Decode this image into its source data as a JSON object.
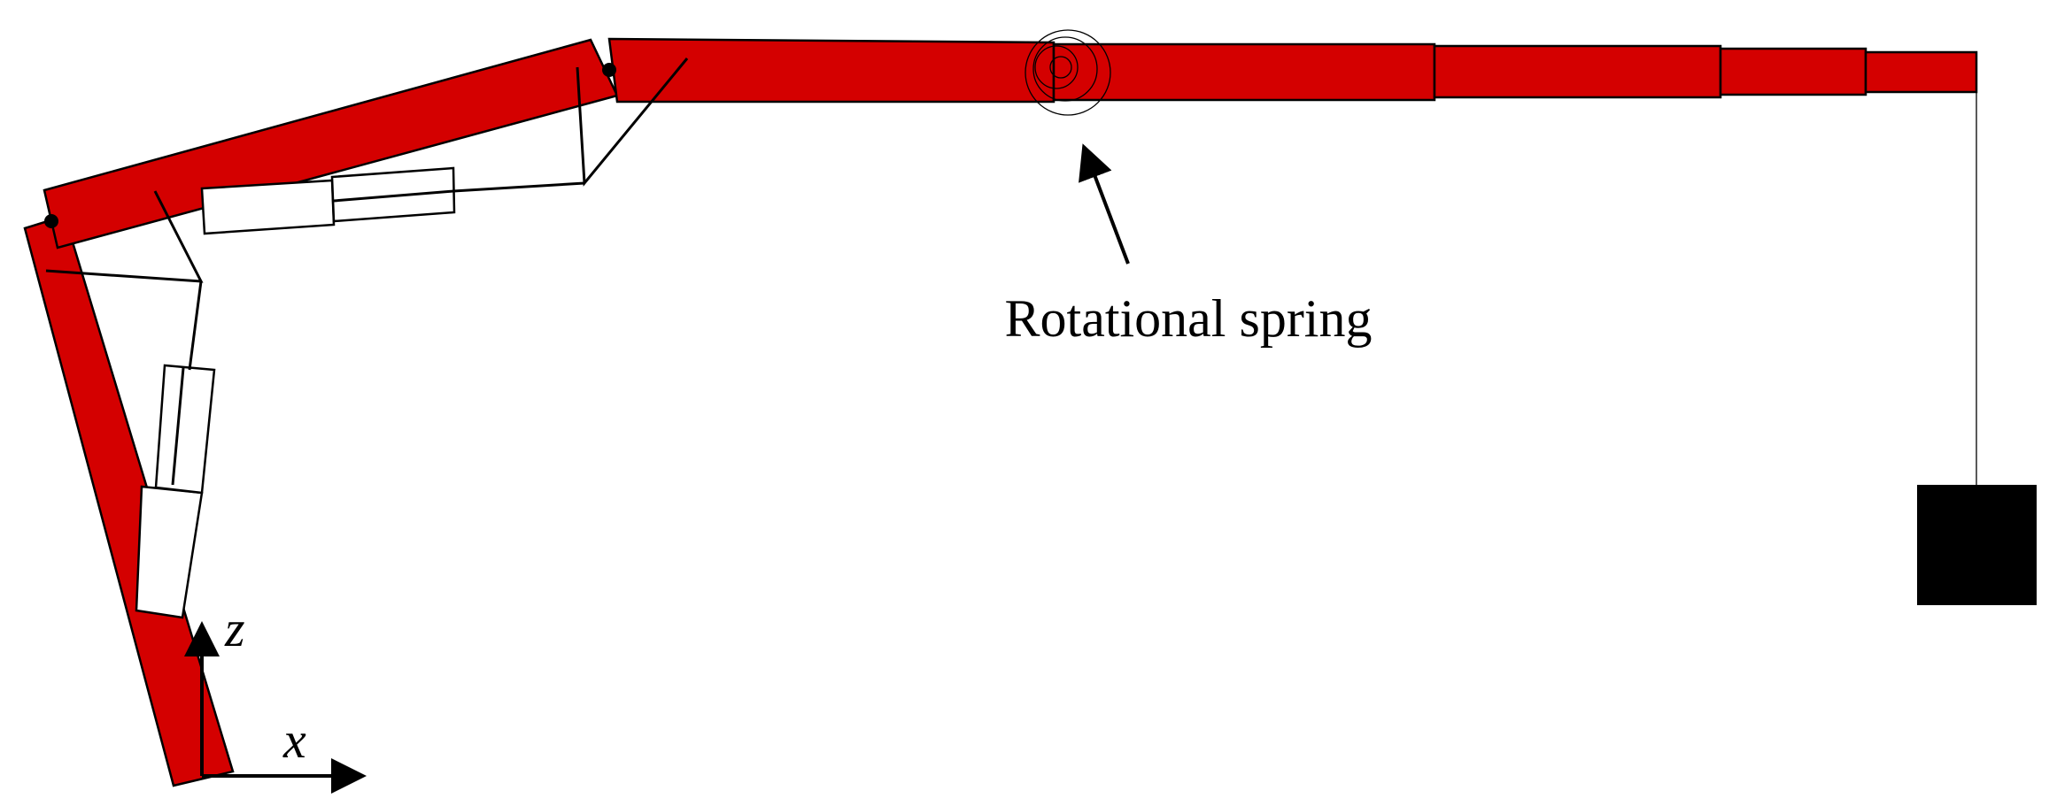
{
  "annotations": {
    "spring_label": "Rotational spring"
  },
  "axes": {
    "horizontal_label": "x",
    "vertical_label": "z"
  },
  "colors": {
    "boom": "#d40000",
    "outline": "#000000",
    "load": "#000000",
    "background": "#ffffff"
  }
}
